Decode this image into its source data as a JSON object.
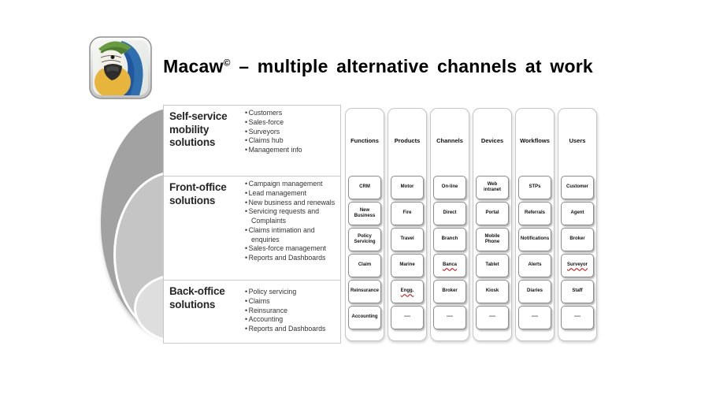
{
  "title": {
    "product": "Macaw",
    "superscript": "©",
    "rest": " – multiple alternative channels at work"
  },
  "icons": {
    "logo": "macaw-parrot-icon"
  },
  "colors": {
    "misspelling_underline": "#c00000",
    "ellipse_dark": "#a2a2a2",
    "ellipse_medium": "#c5c5c5",
    "ellipse_light": "#dedede"
  },
  "solutions": {
    "sections": [
      {
        "heading": "Self-service mobility solutions",
        "bullets": [
          "Customers",
          "Sales-force",
          "Surveyors",
          "Claims hub",
          "Management info"
        ]
      },
      {
        "heading": "Front-office solutions",
        "bullets": [
          "Campaign management",
          "Lead management",
          "New business and renewals",
          "Servicing requests and Complaints",
          "Claims intimation and enquiries",
          "Sales-force management",
          "Reports and Dashboards"
        ]
      },
      {
        "heading": "Back-office solutions",
        "bullets": [
          "Policy servicing",
          "Claims",
          "Reinsurance",
          "Accounting",
          "Reports and Dashboards"
        ]
      }
    ]
  },
  "matrix": {
    "columns": [
      {
        "header": "Functions",
        "boxes": [
          {
            "label": "CRM"
          },
          {
            "label": "New\nBusiness"
          },
          {
            "label": "Policy\nServicing"
          },
          {
            "label": "Claim"
          },
          {
            "label": "Reinsurance"
          },
          {
            "label": "Accounting"
          }
        ]
      },
      {
        "header": "Products",
        "boxes": [
          {
            "label": "Motor"
          },
          {
            "label": "Fire"
          },
          {
            "label": "Travel"
          },
          {
            "label": "Marine"
          },
          {
            "label": "Engg.",
            "misspelled": true
          },
          {
            "label": "----"
          }
        ]
      },
      {
        "header": "Channels",
        "boxes": [
          {
            "label": "On-line"
          },
          {
            "label": "Direct"
          },
          {
            "label": "Branch"
          },
          {
            "label": "Banca",
            "misspelled": true
          },
          {
            "label": "Broker"
          },
          {
            "label": "----"
          }
        ]
      },
      {
        "header": "Devices",
        "boxes": [
          {
            "label": "Web\nintranet"
          },
          {
            "label": "Portal"
          },
          {
            "label": "Mobile\nPhone"
          },
          {
            "label": "Tablet"
          },
          {
            "label": "Kiosk"
          },
          {
            "label": "----"
          }
        ]
      },
      {
        "header": "Workflows",
        "boxes": [
          {
            "label": "STPs"
          },
          {
            "label": "Referrals"
          },
          {
            "label": "Notifications"
          },
          {
            "label": "Alerts"
          },
          {
            "label": "Diaries"
          },
          {
            "label": "----"
          }
        ]
      },
      {
        "header": "Users",
        "boxes": [
          {
            "label": "Customer"
          },
          {
            "label": "Agent"
          },
          {
            "label": "Broker"
          },
          {
            "label": "Surveyor",
            "misspelled": true
          },
          {
            "label": "Staff"
          },
          {
            "label": "----"
          }
        ]
      }
    ]
  }
}
